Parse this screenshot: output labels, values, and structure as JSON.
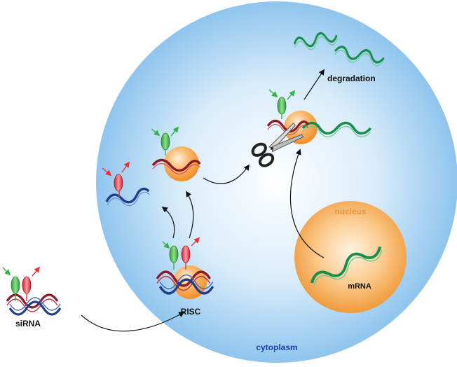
{
  "labels": {
    "sirna": "siRNA",
    "risc": "RISC",
    "cytoplasm": "cytoplasm",
    "nucleus": "nucleus",
    "mrna": "mRNA",
    "degradation": "degradation"
  },
  "colors": {
    "cell_fill": "#9ecdf2",
    "cell_edge": "#dff0fb",
    "nucleus_fill": "#f5a64a",
    "nucleus_light": "#fde2bd",
    "nucleus_label": "#e8943c",
    "cytoplasm_label": "#1a3fb0",
    "dark_red": "#8a1c2a",
    "dark_blue": "#1f3f8c",
    "green_strand": "#188e4e",
    "green_marker": "#3db54a",
    "red_marker": "#e5323b",
    "arrow": "#111111"
  }
}
